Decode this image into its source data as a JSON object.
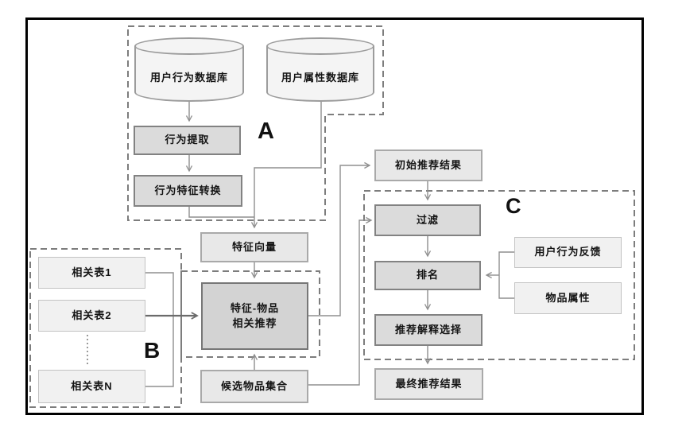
{
  "diagram": {
    "groups": {
      "a": {
        "label": "A"
      },
      "b": {
        "label": "B"
      },
      "c": {
        "label": "C"
      }
    },
    "nodes": {
      "user_behavior_db": {
        "label": "用户行为数据库",
        "shape": "cylinder"
      },
      "user_attribute_db": {
        "label": "用户属性数据库",
        "shape": "cylinder"
      },
      "behavior_extract": {
        "label": "行为提取",
        "shape": "process"
      },
      "behavior_feature_convertue": {
        "label": "行为特征转换",
        "shape": "process"
      },
      "feature_vector": {
        "label": "特征向量",
        "shape": "result"
      },
      "related_table_1": {
        "label": "相关表1",
        "shape": "input"
      },
      "related_table_2": {
        "label": "相关表2",
        "shape": "input"
      },
      "related_table_n": {
        "label": "相关表N",
        "shape": "input"
      },
      "feature_item_recommend": {
        "label": "特征-物品\n相关推荐",
        "shape": "process"
      },
      "candidate_item_set": {
        "label": "候选物品集合",
        "shape": "result"
      },
      "initial_recommend_result": {
        "label": "初始推荐结果",
        "shape": "result"
      },
      "filter": {
        "label": "过滤",
        "shape": "process"
      },
      "ranking": {
        "label": "排名",
        "shape": "process"
      },
      "recommend_explanation_select": {
        "label": "推荐解释选择",
        "shape": "process"
      },
      "final_recommend_result": {
        "label": "最终推荐结果",
        "shape": "result"
      },
      "user_behavior_feedback": {
        "label": "用户行为反馈",
        "shape": "input"
      },
      "item_attribute": {
        "label": "物品属性",
        "shape": "input"
      }
    },
    "palette": {
      "process_fill": "#dbdbdb",
      "process_border": "#828282",
      "result_fill": "#e8e8e8",
      "result_border": "#a9a9a9",
      "input_fill": "#f1f1f1",
      "input_border": "#c3c3c3",
      "cylinder_fill": "#f4f4f4",
      "cylinder_border": "#9c9c9c",
      "connector": "#8f8f8f",
      "dashed_group_border": "#7d7d7d",
      "frame_border": "#000000",
      "text": "#141414"
    }
  }
}
